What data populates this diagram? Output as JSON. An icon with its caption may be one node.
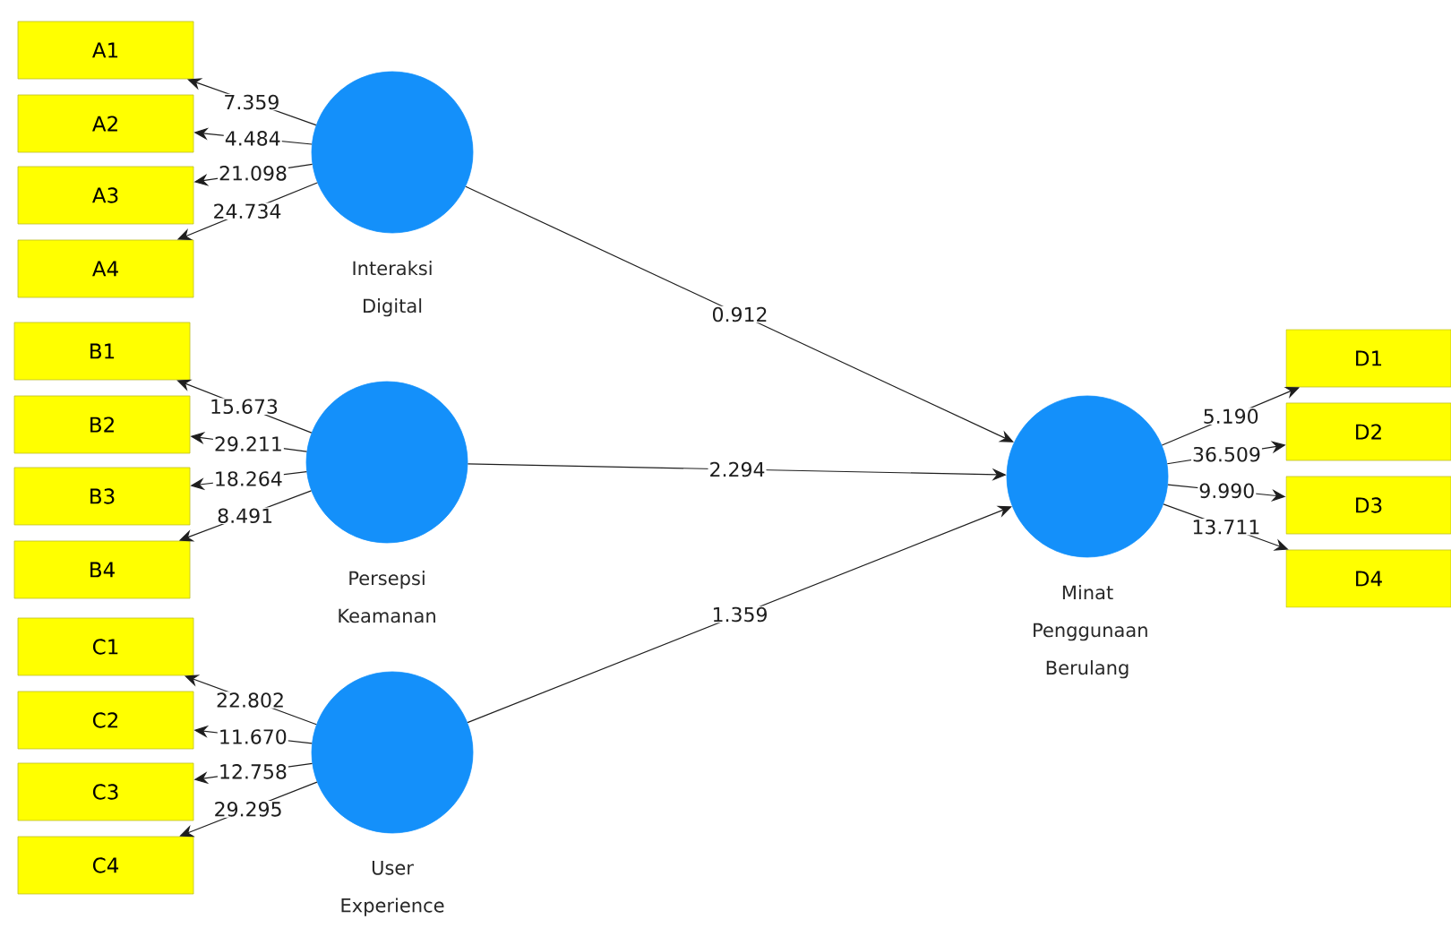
{
  "diagram": {
    "nodes": [
      {
        "text": [
          "A1"
        ]
      },
      {
        "text": [
          "A2"
        ]
      },
      {
        "text": [
          "A3"
        ]
      },
      {
        "text": [
          "A4"
        ]
      },
      {
        "text": [],
        "shape": "circle",
        "beside": [
          "Interaksi Digital"
        ]
      },
      {
        "text": [
          "B1"
        ]
      },
      {
        "text": [
          "B2"
        ]
      },
      {
        "text": [
          "B3"
        ]
      },
      {
        "text": [
          "B4"
        ]
      },
      {
        "text": [],
        "shape": "circle",
        "beside": [
          "Persepsi Keamanan"
        ]
      },
      {
        "text": [
          "C1"
        ]
      },
      {
        "text": [
          "C2"
        ]
      },
      {
        "text": [
          "C3"
        ]
      },
      {
        "text": [
          "C4"
        ]
      },
      {
        "text": [],
        "shape": "circle",
        "beside": [
          "User Experience"
        ]
      },
      {
        "text": [],
        "shape": "circle",
        "beside": [
          "Minat Penggunaan Berulang"
        ]
      },
      {
        "text": [
          "D1"
        ]
      },
      {
        "text": [
          "D2"
        ]
      },
      {
        "text": [
          "D3"
        ]
      },
      {
        "text": [
          "D4"
        ]
      }
    ],
    "edges": [
      {
        "from": 4,
        "to": 0,
        "arrow": "to",
        "label": "7.359"
      },
      {
        "from": 4,
        "to": 1,
        "arrow": "to",
        "label": "4.484"
      },
      {
        "from": 4,
        "to": 2,
        "arrow": "to",
        "label": "21.098"
      },
      {
        "from": 4,
        "to": 3,
        "arrow": "to",
        "label": "24.734"
      },
      {
        "from": 9,
        "to": 5,
        "arrow": "to",
        "label": "15.673"
      },
      {
        "from": 9,
        "to": 6,
        "arrow": "to",
        "label": "29.211"
      },
      {
        "from": 9,
        "to": 7,
        "arrow": "to",
        "label": "18.264"
      },
      {
        "from": 9,
        "to": 8,
        "arrow": "to",
        "label": "8.491"
      },
      {
        "from": 14,
        "to": 10,
        "arrow": "to",
        "label": "22.802"
      },
      {
        "from": 14,
        "to": 11,
        "arrow": "to",
        "label": "11.670"
      },
      {
        "from": 14,
        "to": 12,
        "arrow": "to",
        "label": "12.758"
      },
      {
        "from": 14,
        "to": 13,
        "arrow": "to",
        "label": "29.295"
      },
      {
        "from": 4,
        "to": 15,
        "arrow": "to",
        "label": "0.912"
      },
      {
        "from": 9,
        "to": 15,
        "arrow": "to",
        "label": "2.294"
      },
      {
        "from": 14,
        "to": 15,
        "arrow": "to",
        "label": "1.359"
      },
      {
        "from": 15,
        "to": 16,
        "arrow": "to",
        "label": "5.190"
      },
      {
        "from": 15,
        "to": 17,
        "arrow": "to",
        "label": "36.509"
      },
      {
        "from": 15,
        "to": 18,
        "arrow": "to",
        "label": "9.990"
      },
      {
        "from": 15,
        "to": 19,
        "arrow": "to",
        "label": "13.711"
      }
    ]
  }
}
